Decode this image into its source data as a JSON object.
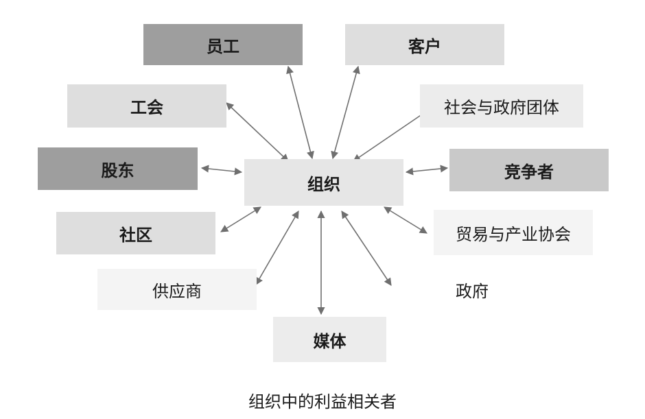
{
  "nodes": {
    "center": "组织",
    "employees": "员工",
    "customers": "客户",
    "unions": "工会",
    "social_groups": "社会与政府团体",
    "shareholders": "股东",
    "competitors": "竞争者",
    "community": "社区",
    "trade_associations": "贸易与产业协会",
    "suppliers": "供应商",
    "government": "政府",
    "media": "媒体"
  },
  "caption": "组织中的利益相关者",
  "colors": {
    "arrow": "#6f6f6f",
    "dark_fill": "#9e9e9e",
    "mid_fill": "#c9c9c9",
    "light_fill": "#dedede"
  }
}
